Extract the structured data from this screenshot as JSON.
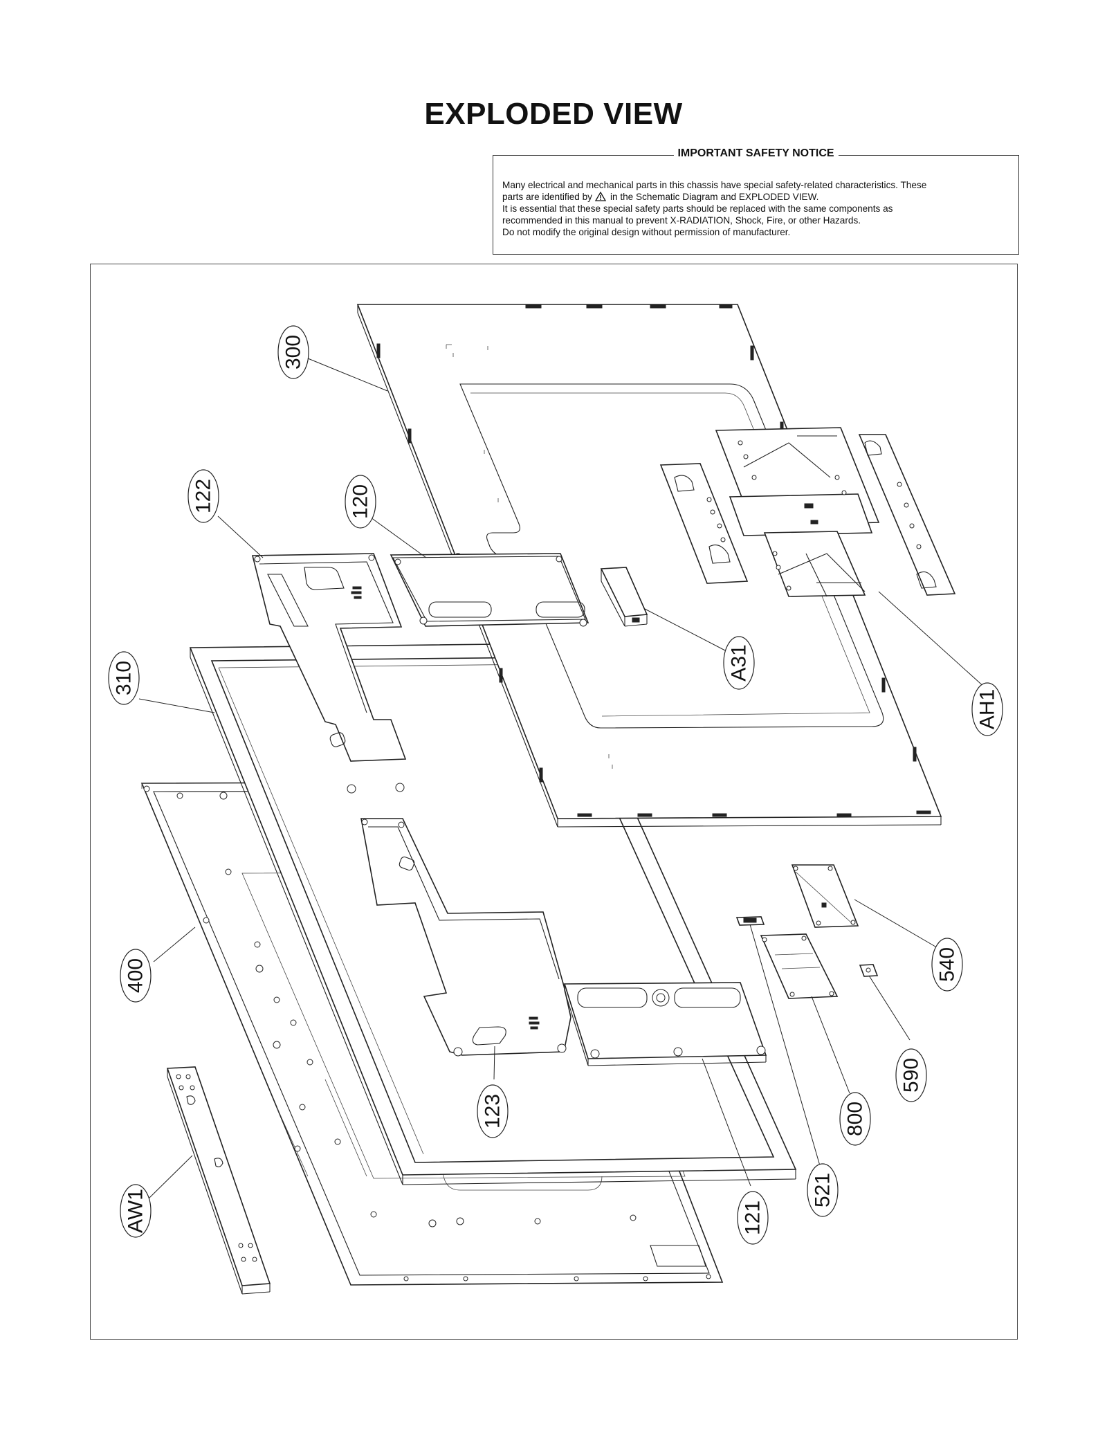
{
  "page": {
    "title": "EXPLODED VIEW"
  },
  "safety_notice": {
    "title": "IMPORTANT SAFETY NOTICE",
    "line1": "Many electrical and mechanical parts in this chassis have special safety-related characteristics. These",
    "line2_a": "parts are identified by",
    "line2_b": "in the Schematic Diagram and EXPLODED VIEW.",
    "line3": "It is essential that these special safety parts should be replaced with the same components as",
    "line4": "recommended in this manual to prevent X-RADIATION, Shock, Fire, or other Hazards.",
    "line5": "Do not modify the original design without permission of manufacturer.",
    "warning_icon": "warning-triangle-icon"
  },
  "callouts": {
    "c300": "300",
    "c122": "122",
    "c120": "120",
    "c310": "310",
    "cA31": "A31",
    "cAH1": "AH1",
    "c400": "400",
    "c540": "540",
    "c590": "590",
    "c800": "800",
    "c123": "123",
    "cAW1": "AW1",
    "c521": "521",
    "c121": "121"
  }
}
